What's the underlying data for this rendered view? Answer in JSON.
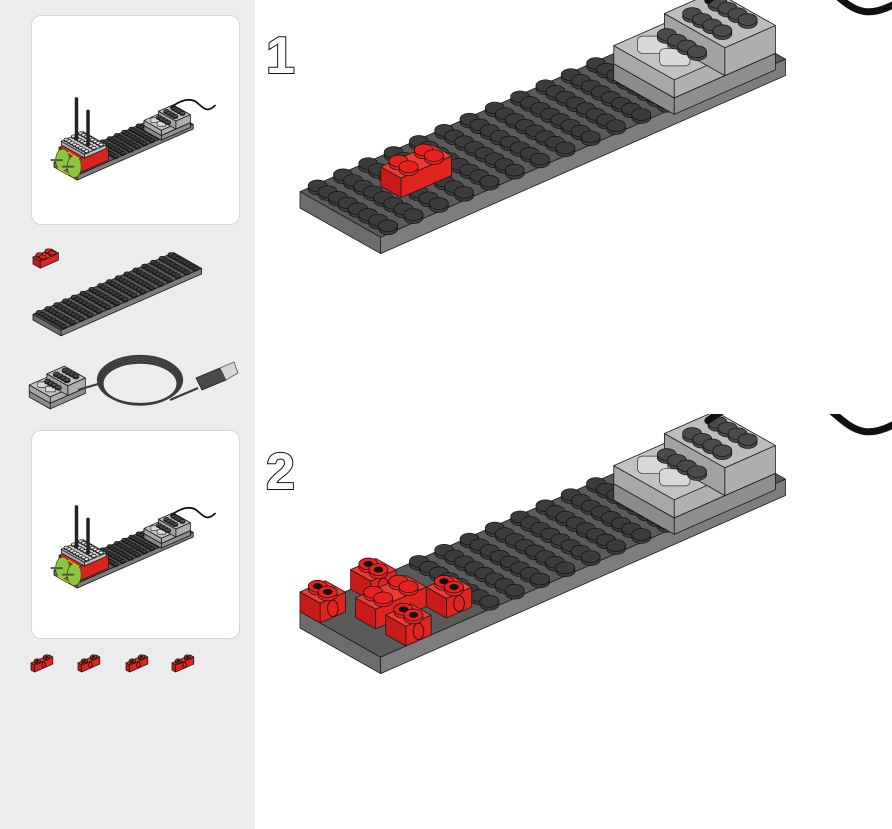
{
  "sidebar": {
    "cards": [
      {
        "label": "overview-model-preview"
      },
      {
        "label": "overview-model-preview"
      }
    ],
    "parts_lists": [
      {
        "items": [
          {
            "part": "red-brick-2x2",
            "qty": 1
          },
          {
            "part": "dark-grey-plate-8x16",
            "qty": 1
          },
          {
            "part": "usb-hub-with-cable",
            "qty": 1
          }
        ]
      },
      {
        "items": [
          {
            "part": "red-technic-brick-1x2-with-hole",
            "qty": 4
          }
        ]
      }
    ]
  },
  "steps": [
    {
      "number": "1",
      "added_parts": [
        "red-brick-2x2"
      ]
    },
    {
      "number": "2",
      "added_parts": [
        "red-technic-brick-1x2-with-hole",
        "red-technic-brick-1x2-with-hole",
        "red-technic-brick-1x2-with-hole",
        "red-technic-brick-1x2-with-hole"
      ]
    }
  ],
  "colors": {
    "sidebar_bg": "#ececec",
    "plate_top": "#5a5a5a",
    "plate_side": "#7d7d7d",
    "stud": "#3c3c3c",
    "hub": "#b9b9b9",
    "brick_red": "#e8211f",
    "cable": "#111111"
  }
}
